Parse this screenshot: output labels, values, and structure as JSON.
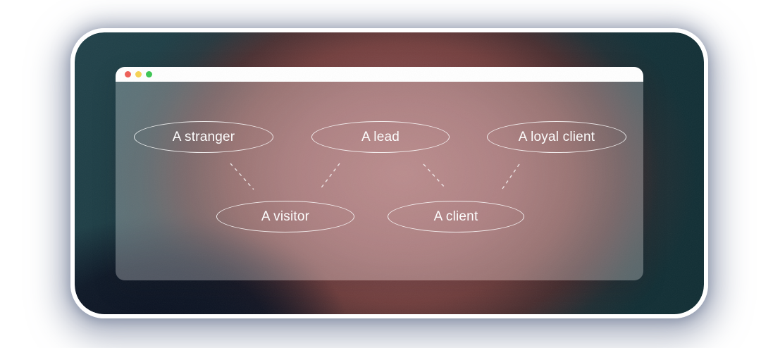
{
  "browser_window": {
    "traffic_lights": [
      {
        "name": "close",
        "color": "#ef5f58"
      },
      {
        "name": "minimize",
        "color": "#f7d354"
      },
      {
        "name": "zoom",
        "color": "#3dc653"
      }
    ],
    "titlebar_color": "#ffffff"
  },
  "diagram": {
    "nodes": [
      {
        "id": "stranger",
        "label": "A stranger",
        "row": 1
      },
      {
        "id": "lead",
        "label": "A lead",
        "row": 1
      },
      {
        "id": "loyal_client",
        "label": "A loyal client",
        "row": 1
      },
      {
        "id": "visitor",
        "label": "A visitor",
        "row": 2
      },
      {
        "id": "client",
        "label": "A client",
        "row": 2
      }
    ],
    "edges": [
      {
        "from": "stranger",
        "to": "visitor",
        "style": "dashed"
      },
      {
        "from": "lead",
        "to": "visitor",
        "style": "dashed"
      },
      {
        "from": "lead",
        "to": "client",
        "style": "dashed"
      },
      {
        "from": "loyal_client",
        "to": "client",
        "style": "dashed"
      }
    ],
    "node_outline_color": "#ffffff",
    "edge_color": "#ffffff",
    "label_color": "#ffffff"
  },
  "colors": {
    "page_background": "#ffffff",
    "card_border": "#ffffff",
    "card_teal": "#17353c",
    "card_red_glow": "#9d5c5e",
    "card_navy": "#0c1222",
    "card_shadow": "#7c86a0",
    "window_overlay": "rgba(255,255,255,0.28)"
  }
}
